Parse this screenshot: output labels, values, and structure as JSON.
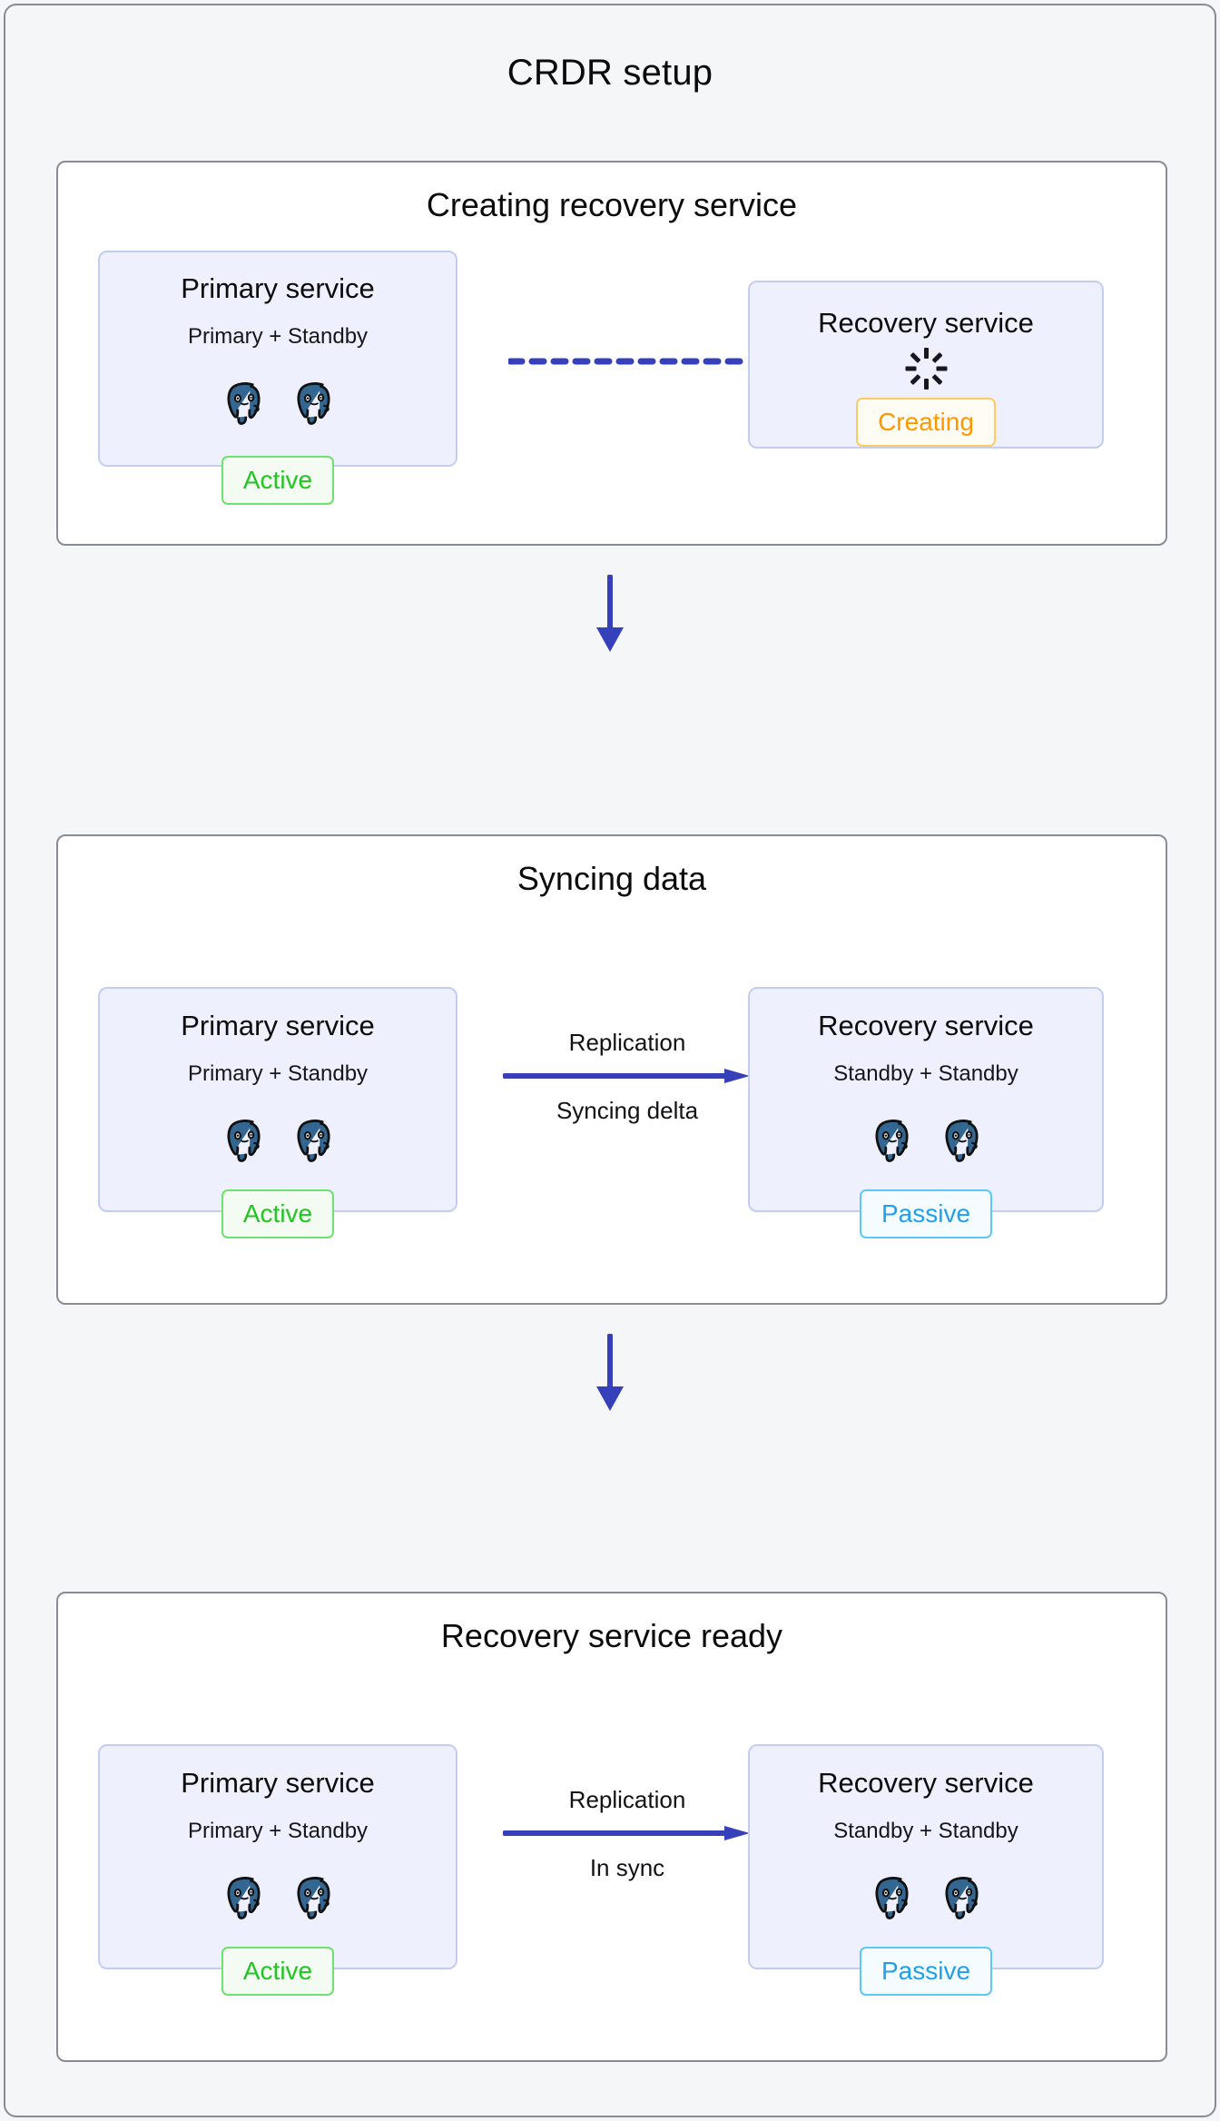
{
  "diagram": {
    "title": "CRDR setup",
    "colors": {
      "frame_border": "#8b8b95",
      "panel_bg": "#ffffff",
      "card_bg": "#eef1fd",
      "card_border": "#c3cdf0",
      "arrow_blue": "#3640ba",
      "active_green": "#22c522",
      "passive_blue": "#1fa0ef",
      "creating_orange": "#ff9800",
      "postgres_blue": "#336791"
    }
  },
  "panels": [
    {
      "title": "Creating recovery service",
      "left_card": {
        "title": "Primary service",
        "subtitle": "Primary + Standby",
        "nodes": [
          "postgres-icon",
          "postgres-icon"
        ],
        "badge": "Active",
        "badge_kind": "active"
      },
      "right_card": {
        "title": "Recovery service",
        "subtitle": "",
        "nodes": [],
        "status_icon": "loading-spinner-icon",
        "badge": "Creating",
        "badge_kind": "creating"
      },
      "connector": {
        "kind": "dashed",
        "arrowhead": false,
        "label_top": "",
        "label_bottom": ""
      }
    },
    {
      "title": "Syncing data",
      "left_card": {
        "title": "Primary service",
        "subtitle": "Primary + Standby",
        "nodes": [
          "postgres-icon",
          "postgres-icon"
        ],
        "badge": "Active",
        "badge_kind": "active"
      },
      "right_card": {
        "title": "Recovery service",
        "subtitle": "Standby + Standby",
        "nodes": [
          "postgres-icon",
          "postgres-icon"
        ],
        "badge": "Passive",
        "badge_kind": "passive"
      },
      "connector": {
        "kind": "solid",
        "arrowhead": true,
        "label_top": "Replication",
        "label_bottom": "Syncing delta"
      }
    },
    {
      "title": "Recovery service ready",
      "left_card": {
        "title": "Primary service",
        "subtitle": "Primary + Standby",
        "nodes": [
          "postgres-icon",
          "postgres-icon"
        ],
        "badge": "Active",
        "badge_kind": "active"
      },
      "right_card": {
        "title": "Recovery service",
        "subtitle": "Standby + Standby",
        "nodes": [
          "postgres-icon",
          "postgres-icon"
        ],
        "badge": "Passive",
        "badge_kind": "passive"
      },
      "connector": {
        "kind": "solid",
        "arrowhead": true,
        "label_top": "Replication",
        "label_bottom": "In sync"
      }
    }
  ],
  "flow_arrows": [
    {
      "name": "panel-1-to-panel-2",
      "direction": "down"
    },
    {
      "name": "panel-2-to-panel-3",
      "direction": "down"
    }
  ]
}
